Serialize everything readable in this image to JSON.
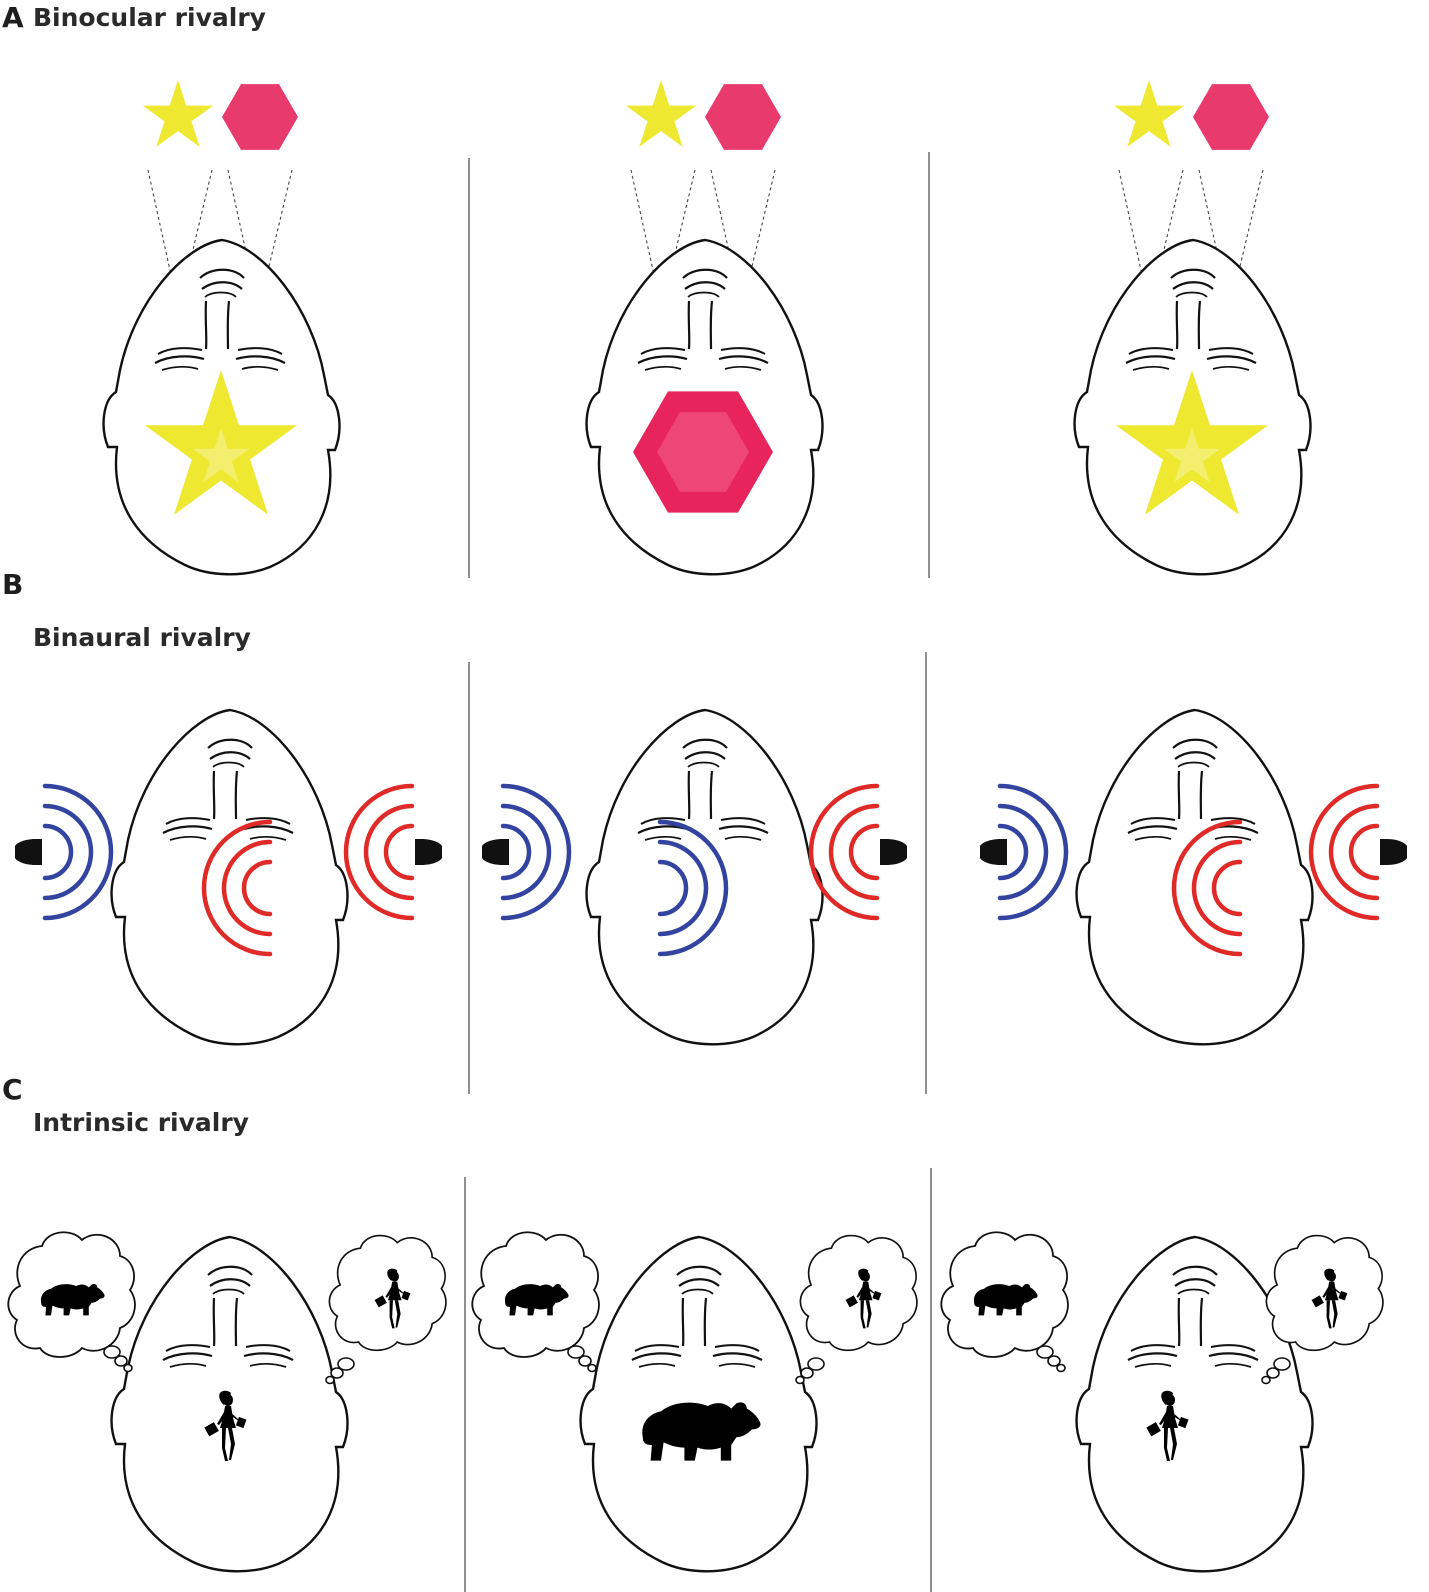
{
  "panels": [
    {
      "letter": "A",
      "title": "Binocular rivalry"
    },
    {
      "letter": "B",
      "title": "Binaural rivalry"
    },
    {
      "letter": "C",
      "title": "Intrinsic rivalry"
    }
  ],
  "panel_a": {
    "stimuli": [
      "star",
      "hexagon"
    ],
    "percepts": [
      "star",
      "hexagon",
      "star"
    ]
  },
  "panel_b": {
    "left_sound": "blue",
    "right_sound": "red",
    "percepts": [
      "red",
      "blue",
      "red"
    ]
  },
  "panel_c": {
    "left_thought": "bear",
    "right_thought": "woman-with-shopping-bags",
    "percepts": [
      "woman-with-shopping-bags",
      "bear",
      "woman-with-shopping-bags"
    ]
  },
  "colors": {
    "star": "#EEE831",
    "star_inner": "#F4EE6E",
    "hexagon": "#E8245C",
    "hexagon_inner": "#EE4676",
    "sound_left": "#3244A0",
    "sound_right": "#E02A28",
    "outline": "#111111",
    "divider": "#555555"
  }
}
